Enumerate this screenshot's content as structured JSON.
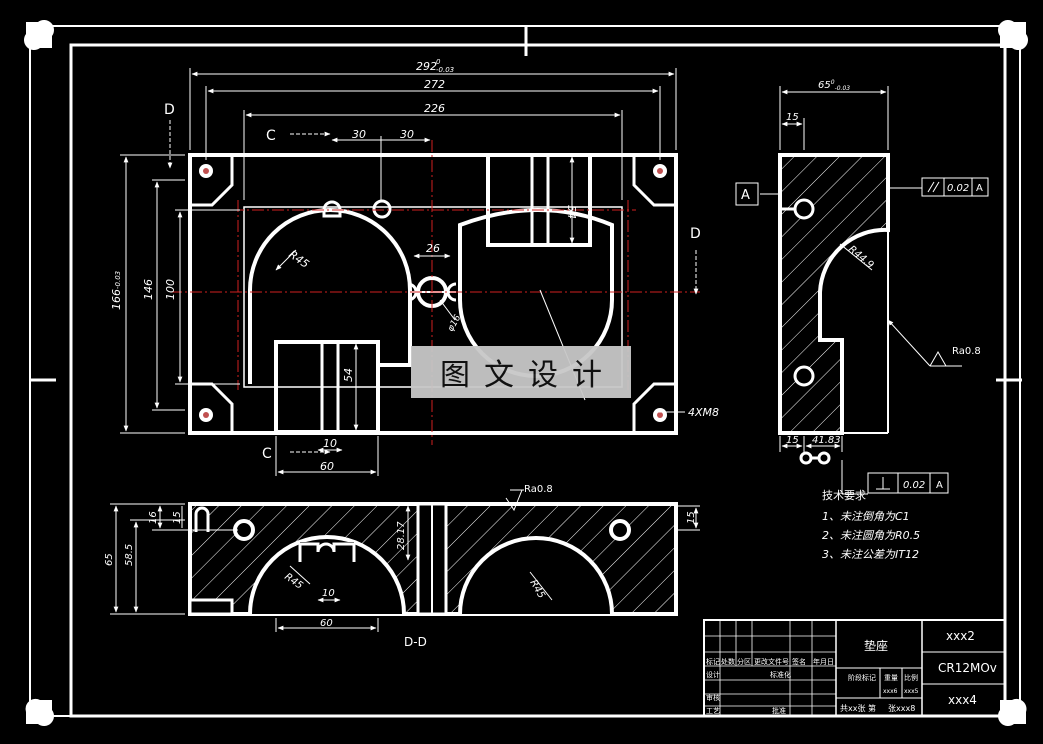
{
  "top_view": {
    "overall_width": "292",
    "overall_width_tol": "-0.03",
    "overall_width_tol_top": "0",
    "hole_spacing": "272",
    "inner_width": "226",
    "slot_offset_1": "30",
    "slot_offset_2": "30",
    "height_tol": "166",
    "height_tol_suffix": "-0.03",
    "height_146": "146",
    "height_100": "100",
    "dim_54_top": "54",
    "dim_54_bottom": "54",
    "dim_26": "26",
    "r45": "R45",
    "phi16": "φ16",
    "dim_10": "10",
    "dim_60": "60",
    "thread_note": "4XM8",
    "section_c": "C",
    "section_d": "D"
  },
  "side_view": {
    "width_top": "65",
    "width_top_tol": "-0.03",
    "width_top_tol_top": "0",
    "dim_15_top": "15",
    "datum_label": "A",
    "parallel_tol": "0.02",
    "parallel_datum": "A",
    "r449": "R44.9",
    "roughness": "Ra0.8",
    "dim_15_bottom": "15",
    "dim_4183": "41.83",
    "perp_tol": "0.02",
    "perp_datum": "A"
  },
  "section_view": {
    "roughness": "Ra0.8",
    "dim_65": "65",
    "dim_585": "58.5",
    "dim_16": "16",
    "dim_15_left": "15",
    "dim_2817": "28.17",
    "r45_left": "R45",
    "dim_10": "10",
    "dim_60": "60",
    "r45_right": "R45",
    "dim_15_right": "15",
    "label": "D-D"
  },
  "tech_req": {
    "title": "技术要求",
    "items": [
      "1、未注倒角为C1",
      "2、未注圆角为R0.5",
      "3、未注公差为IT12"
    ]
  },
  "watermark": "图文设计",
  "title_block": {
    "part_name": "垫座",
    "drawing_no": "xxx2",
    "material": "CR12MOv",
    "company": "xxx4",
    "header_cells": [
      "标记",
      "处数",
      "分区",
      "更改文件号",
      "签名",
      "年月日"
    ],
    "design": "设计",
    "standardize": "标准化",
    "review": "审核",
    "process": "工艺",
    "approve": "批准",
    "stage_mark": "阶段标记",
    "weight": "重量",
    "scale": "比例",
    "weight_val": "xxx6",
    "scale_val": "xxx5",
    "sheet_info": "共xx张 第",
    "sheet_val": "张xxx8"
  }
}
